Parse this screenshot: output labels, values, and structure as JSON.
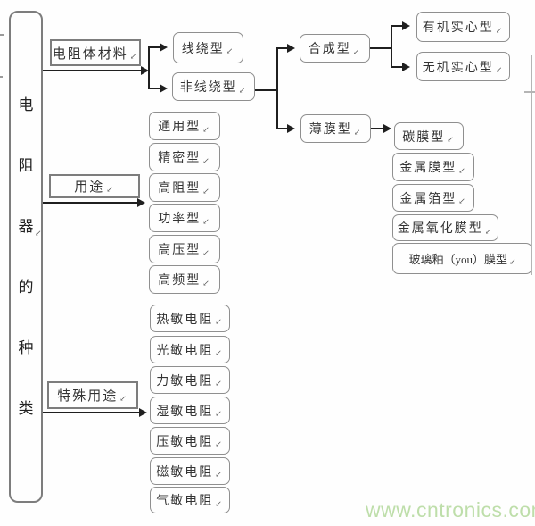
{
  "colors": {
    "line": "#1f1f1f",
    "box_border": "#8f8f8f",
    "label_border": "#7d7d7d",
    "text": "#333333",
    "watermark": "#bedeaa",
    "background": "#fefefe"
  },
  "marks": {
    "return_mark": "↙"
  },
  "root": {
    "label": "电阻器的种类",
    "chars": [
      "电",
      "阻",
      "器",
      "的",
      "种",
      "类"
    ]
  },
  "branch_material": {
    "label": "电阻体材料",
    "wire": "线绕型",
    "nonwire": "非线绕型",
    "composite": {
      "label": "合成型",
      "organic": "有机实心型",
      "inorganic": "无机实心型"
    },
    "film": {
      "label": "薄膜型",
      "types": [
        "碳膜型",
        "金属膜型",
        "金属箔型",
        "金属氧化膜型",
        "玻璃釉（you）膜型"
      ]
    }
  },
  "branch_usage": {
    "label": "用途",
    "types": [
      "通用型",
      "精密型",
      "高阻型",
      "功率型",
      "高压型",
      "高频型"
    ]
  },
  "branch_special": {
    "label": "特殊用途",
    "types": [
      "热敏电阻",
      "光敏电阻",
      "力敏电阻",
      "湿敏电阻",
      "压敏电阻",
      "磁敏电阻",
      "气敏电阻"
    ]
  },
  "watermark": {
    "text": "www.cntronics.com"
  }
}
